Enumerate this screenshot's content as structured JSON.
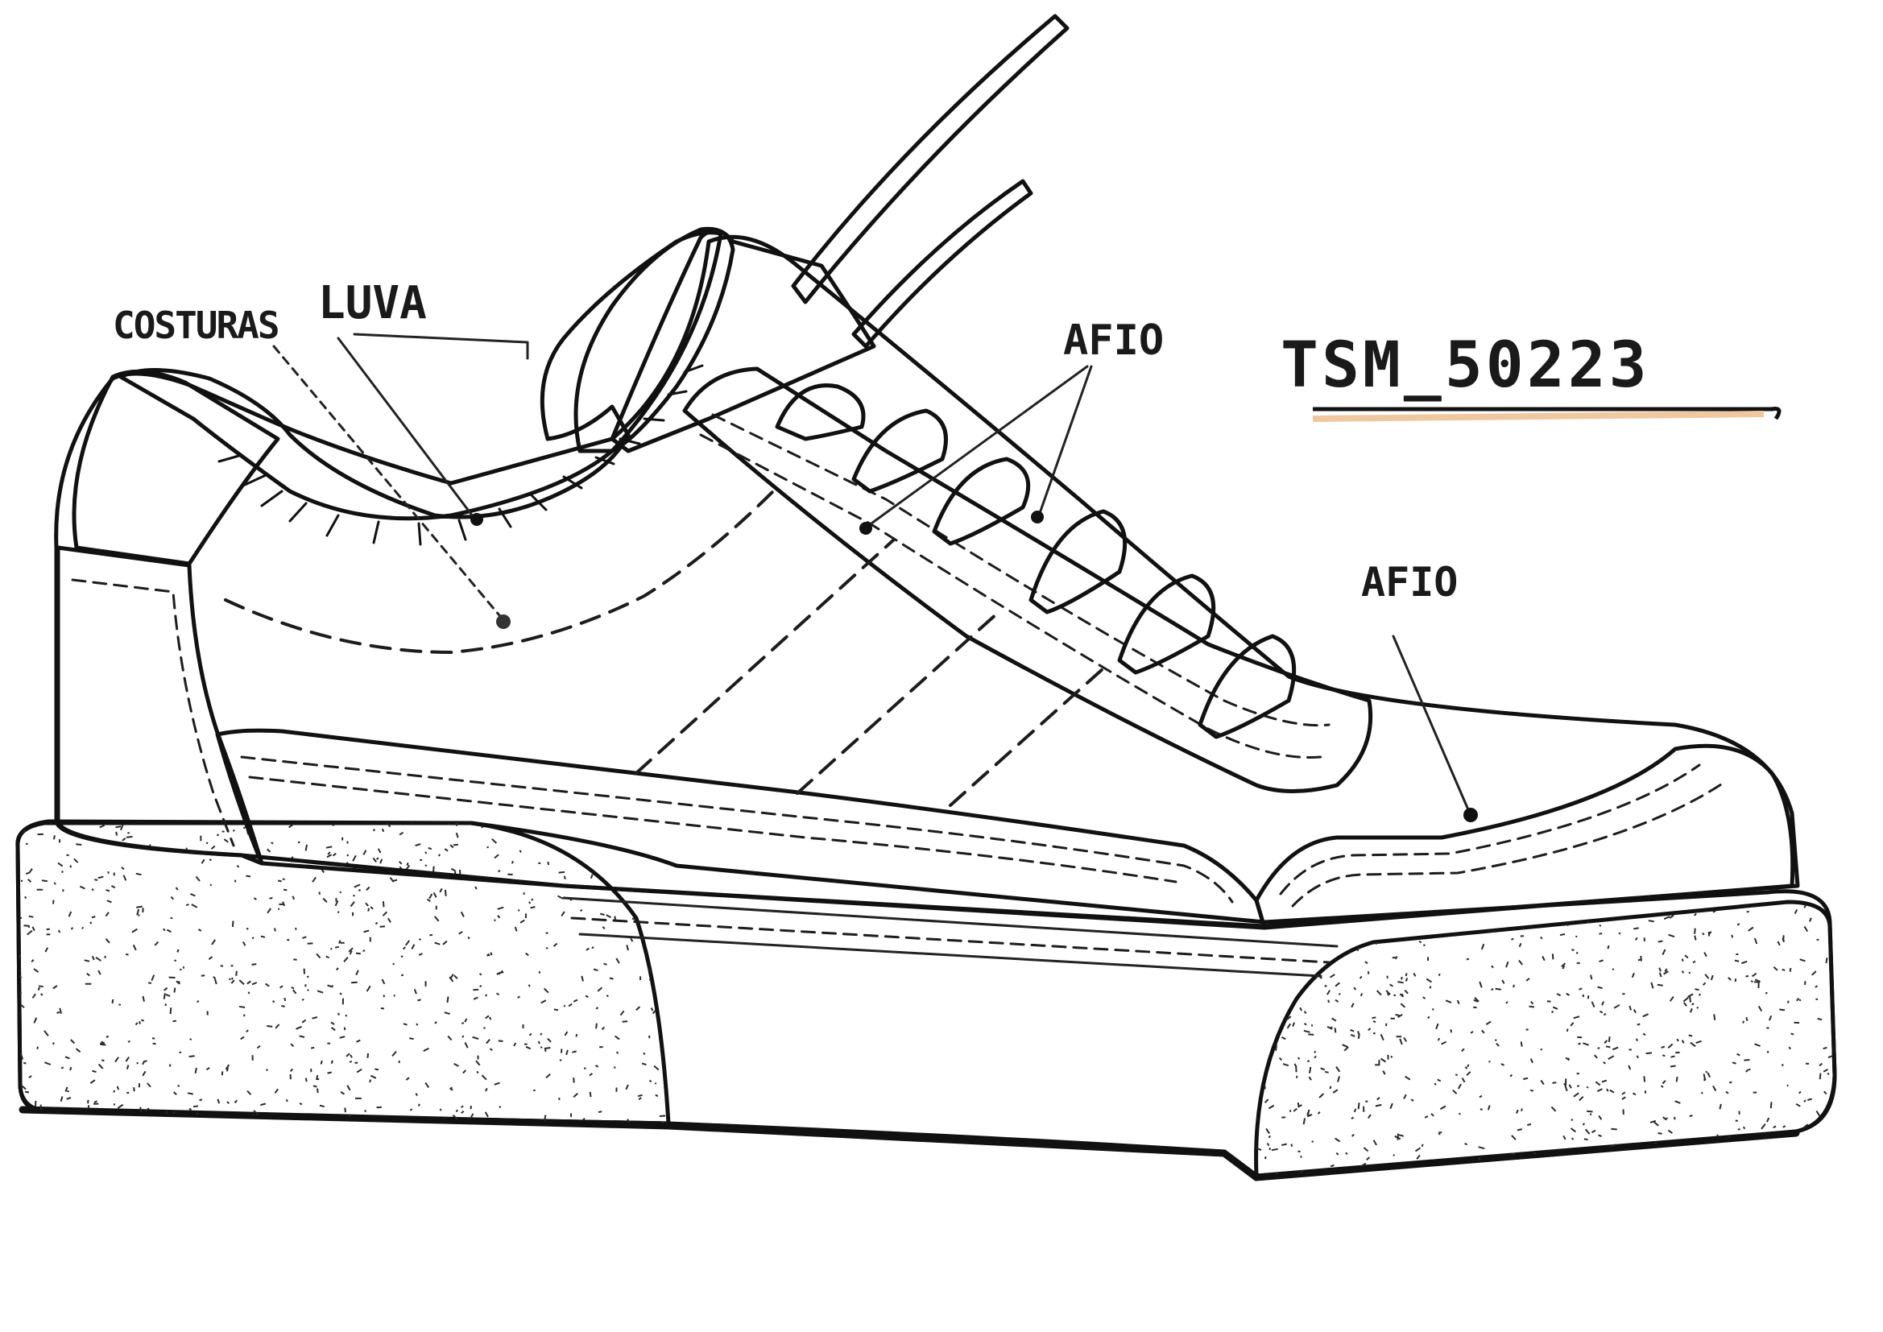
{
  "model_code": "TSM_50223",
  "annotations": {
    "stitching": "COSTURAS",
    "lining": "LUVA",
    "thread_top": "AFIO",
    "thread_toe": "AFIO"
  },
  "colors": {
    "green_panels": "#7ee88e",
    "green_edge": "#56c9a8",
    "blue_heel": "#1d8fd0",
    "collar_lining": "#f6f0c4",
    "sole": "#fbfbfb",
    "speckle": "#2a2a2a",
    "ink": "#111111",
    "underline_accent": "#f0c8a0"
  },
  "icons": [
    "shoelace-icon",
    "annotation-arrow-icon"
  ]
}
